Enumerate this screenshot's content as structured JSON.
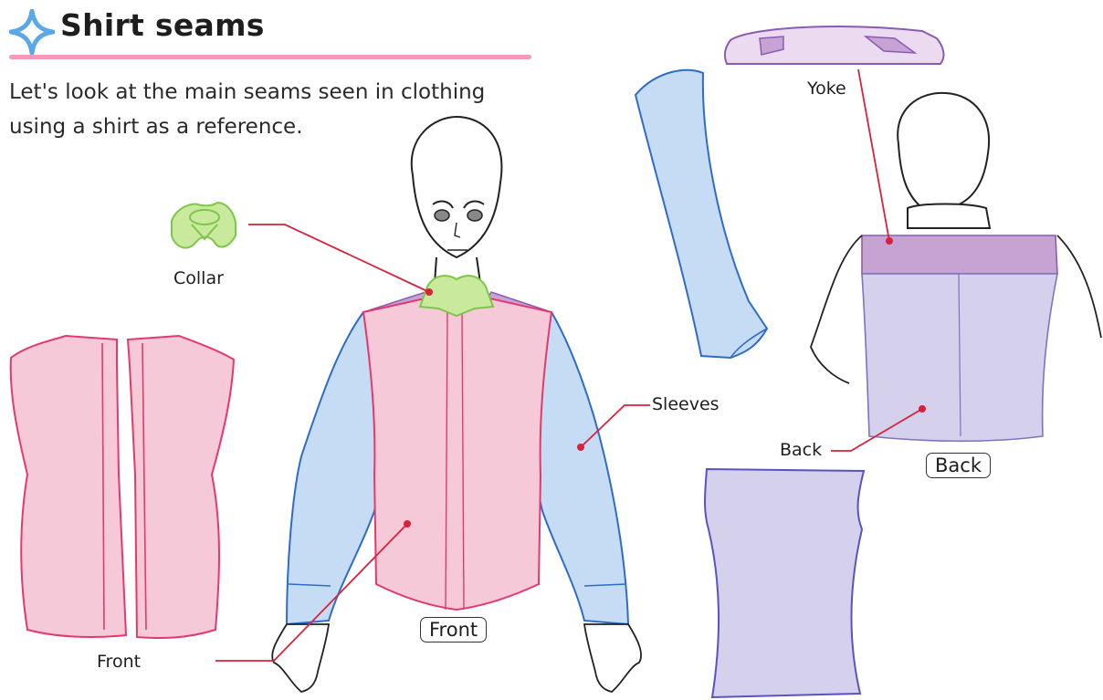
{
  "title": "Shirt seams",
  "intro": "Let's look at the main seams seen in clothing using a shirt as a reference.",
  "labels": {
    "collar": "Collar",
    "yoke": "Yoke",
    "sleeves": "Sleeves",
    "front_part": "Front",
    "back_part": "Back",
    "front_view": "Front",
    "back_view": "Back"
  },
  "colors": {
    "accent_star": "#5aa9e6",
    "title_underline": "#f29ab7",
    "collar": "#c9ea9c",
    "front_panel": "#f6c9d8",
    "sleeve": "#c6dcf4",
    "yoke": "#c7a3d4",
    "back_panel": "#d5d0ec",
    "leader_line": "#d8213a"
  }
}
